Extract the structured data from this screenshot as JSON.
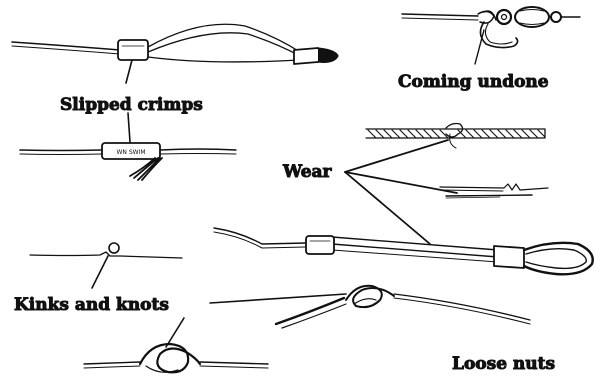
{
  "labels": {
    "slipped_crimps": "Slipped crimps",
    "coming_undone": "Coming undone",
    "wear": "Wear",
    "kinks_and_knots": "Kinks and knots",
    "loose_nuts": "Loose nuts"
  },
  "crimp_marking": "WN SWIM",
  "colors": {
    "ink": "#111111",
    "paper": "#ffffff"
  }
}
